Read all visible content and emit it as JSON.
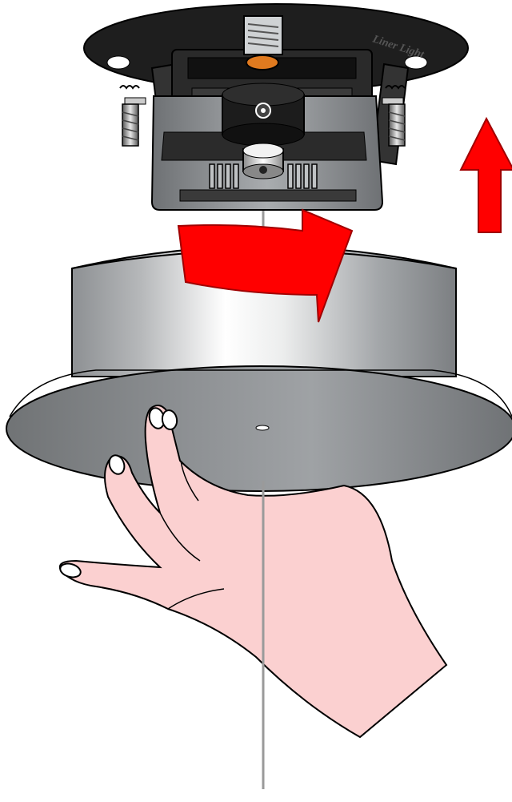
{
  "diagram": {
    "brand_logo_text": "Liner Light",
    "steps": [
      {
        "action": "rotate",
        "direction": "clockwise"
      },
      {
        "action": "lift",
        "direction": "up"
      }
    ],
    "colors": {
      "arrow": "#ff0000",
      "arrow_outline": "#a00000",
      "mount_plate": "#1e1e1e",
      "bracket": "#2a2a2a",
      "housing": "#8e9194",
      "trim_can": "#b9bbbd",
      "trim_flange": "#7a7d80",
      "hand": "#fbd0d0",
      "hand_outline": "#000000",
      "cord": "#9a9a9a"
    }
  }
}
